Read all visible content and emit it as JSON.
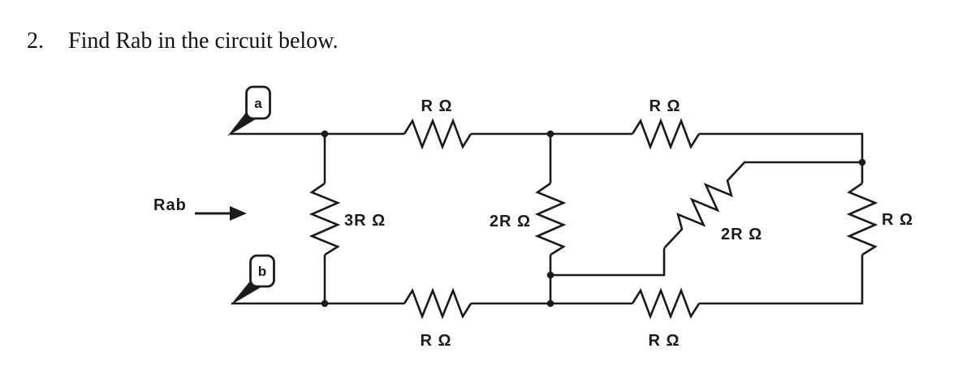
{
  "page": {
    "background": "#ffffff",
    "ink": "#1b1b1b"
  },
  "problem": {
    "number": "2.",
    "prompt": "Find Rab in the circuit below."
  },
  "circuit": {
    "terminals": {
      "a": "a",
      "b": "b"
    },
    "input": {
      "label": "Rab"
    },
    "labels": {
      "r_top_left": "R Ω",
      "r_top_right": "R Ω",
      "r_left_shunt": "3R Ω",
      "r_mid_shunt": "2R Ω",
      "r_diagonal": "2R Ω",
      "r_right_shunt": "R Ω",
      "r_bottom_left": "R Ω",
      "r_bottom_right": "R Ω"
    }
  }
}
